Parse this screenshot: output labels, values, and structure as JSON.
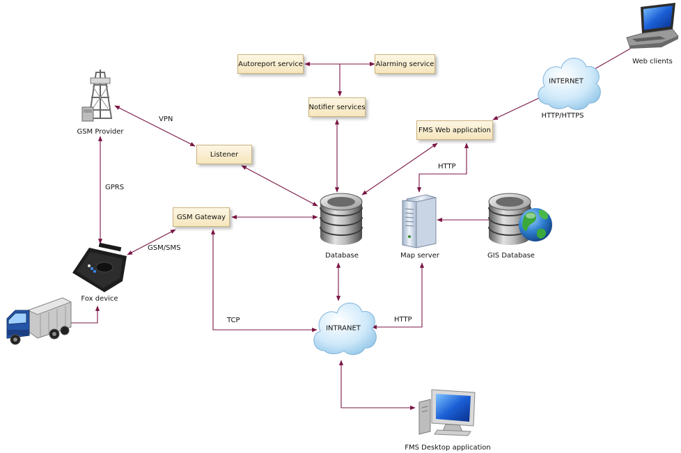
{
  "boxes": {
    "autoreport": "Autoreport service",
    "alarming": "Alarming service",
    "notifier": "Notifier services",
    "fms_web": "FMS Web application",
    "listener": "Listener",
    "gsm_gateway": "GSM Gateway"
  },
  "labels": {
    "vpn": "VPN",
    "gsm_provider": "GSM Provider",
    "gprs": "GPRS",
    "gsm_sms": "GSM/SMS",
    "fox_device": "Fox device",
    "database": "Database",
    "map_server": "Map server",
    "gis_database": "GIS Database",
    "http_web": "HTTP",
    "http_https": "HTTP/HTTPS",
    "web_clients": "Web clients",
    "tcp": "TCP",
    "http_intranet": "HTTP",
    "fms_desktop": "FMS Desktop application"
  },
  "clouds": {
    "internet": "INTERNET",
    "intranet": "INTRANET"
  },
  "colors": {
    "connector": "#7a1545",
    "box_fill": "#f6e6bd",
    "cloud_fill": "#cfe9fa"
  },
  "icons": [
    "gsm-tower-icon",
    "fox-device-icon",
    "truck-icon",
    "database-icon",
    "map-server-icon",
    "gis-database-icon",
    "globe-icon",
    "internet-cloud-icon",
    "intranet-cloud-icon",
    "laptop-icon",
    "desktop-computer-icon"
  ]
}
